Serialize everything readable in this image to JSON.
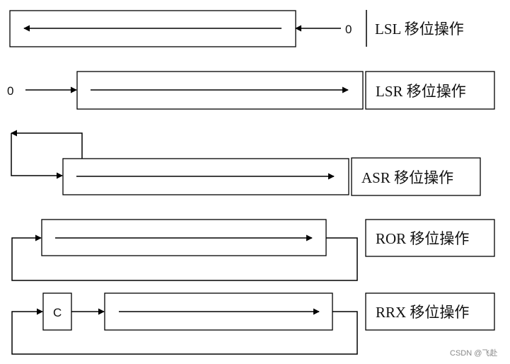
{
  "rows": [
    {
      "name": "lsl",
      "label": "LSL 移位操作",
      "input_text": "0"
    },
    {
      "name": "lsr",
      "label": "LSR 移位操作",
      "input_text": "0"
    },
    {
      "name": "asr",
      "label": "ASR 移位操作"
    },
    {
      "name": "ror",
      "label": "ROR 移位操作"
    },
    {
      "name": "rrx",
      "label": "RRX 移位操作",
      "carry_text": "C"
    }
  ],
  "watermark": "CSDN @飞赴"
}
